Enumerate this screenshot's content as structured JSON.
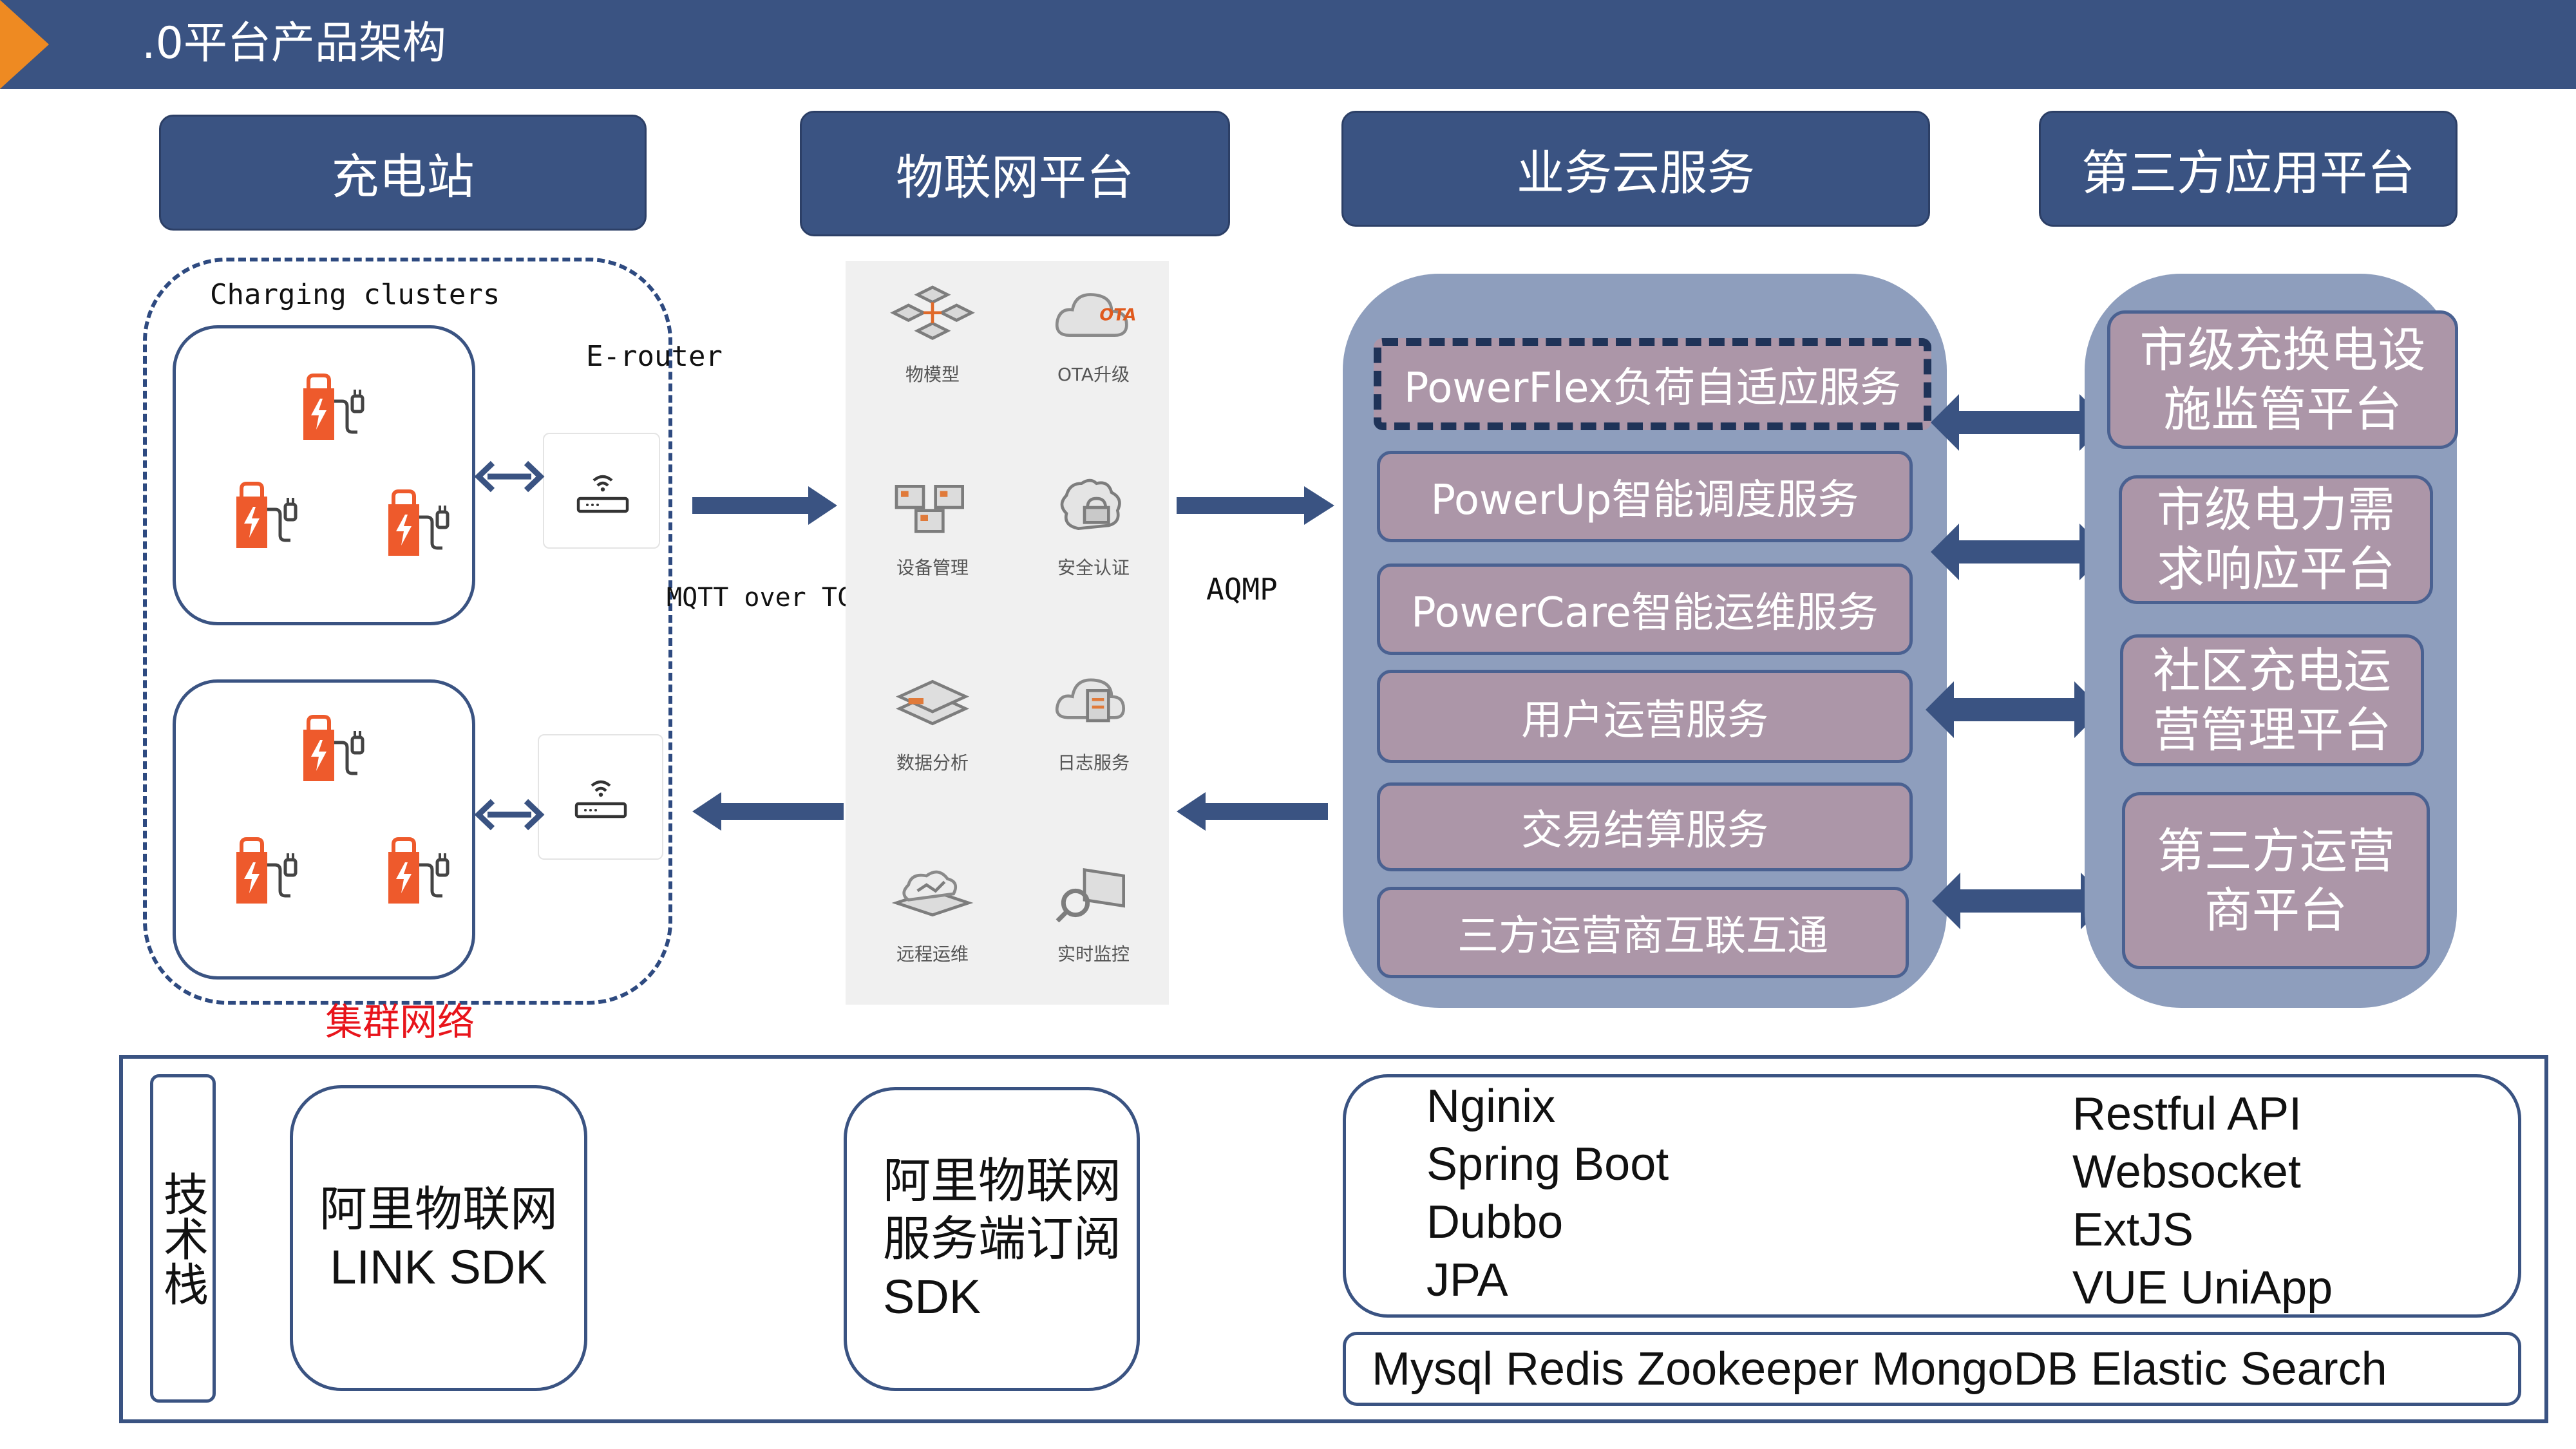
{
  "title": ".0平台产品架构",
  "headers": {
    "station": "充电站",
    "iot": "物联网平台",
    "cloud": "业务云服务",
    "third_party": "第三方应用平台"
  },
  "station": {
    "clusters_label": "Charging clusters",
    "router_label": "E-router",
    "network_label": "集群网络"
  },
  "protocols": {
    "mqtt": "MQTT over TCP",
    "amqp": "AQMP"
  },
  "iot_modules": [
    {
      "label": "物模型",
      "icon": "thing-model-icon"
    },
    {
      "label": "OTA升级",
      "icon": "ota-cloud-icon"
    },
    {
      "label": "设备管理",
      "icon": "device-management-icon"
    },
    {
      "label": "安全认证",
      "icon": "security-auth-icon"
    },
    {
      "label": "数据分析",
      "icon": "data-analysis-icon"
    },
    {
      "label": "日志服务",
      "icon": "log-service-icon"
    },
    {
      "label": "远程运维",
      "icon": "remote-ops-icon"
    },
    {
      "label": "实时监控",
      "icon": "realtime-monitor-icon"
    }
  ],
  "cloud_services": [
    "PowerFlex负荷自适应服务",
    "PowerUp智能调度服务",
    "PowerCare智能运维服务",
    "用户运营服务",
    "交易结算服务",
    "三方运营商互联互通"
  ],
  "third_party_platforms": [
    {
      "line1": "市级充换电设",
      "line2": "施监管平台"
    },
    {
      "line1": "市级电力需",
      "line2": "求响应平台"
    },
    {
      "line1": "社区充电运",
      "line2": "营管理平台"
    },
    {
      "line1": "第三方运营",
      "line2": "商平台"
    }
  ],
  "tech": {
    "label": "技术栈",
    "sdk1": {
      "line1": "阿里物联网",
      "line2": "LINK SDK"
    },
    "sdk2": {
      "line1": "阿里物联网",
      "line2": "服务端订阅",
      "line3": "SDK"
    },
    "backend": [
      "Nginix",
      "Spring Boot",
      "Dubbo",
      "JPA"
    ],
    "frontend": [
      "Restful API",
      "Websocket",
      "ExtJS",
      "VUE UniApp"
    ],
    "databases": "Mysql Redis Zookeeper MongoDB Elastic Search"
  },
  "colors": {
    "navy": "#3a5382",
    "accent_orange": "#ee8a22",
    "service_mauve": "#ac96a8",
    "cloud_bg": "#8e9ebd",
    "charger_orange": "#ee5a2c",
    "network_red": "#e8141b"
  }
}
